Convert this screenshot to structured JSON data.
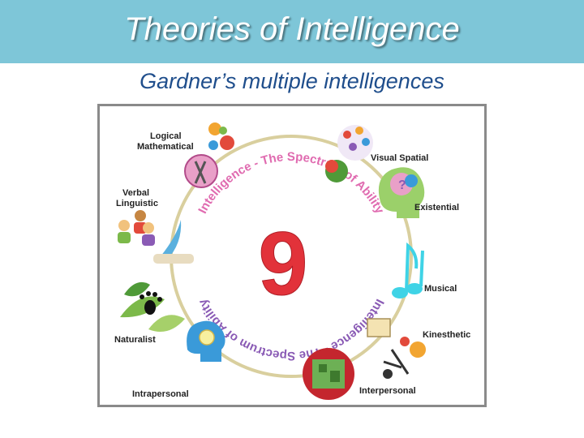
{
  "slide": {
    "title": "Theories of Intelligence",
    "subtitle": "Gardner’s multiple intelligences"
  },
  "diagram": {
    "center_number": "9",
    "arc_text": "Intelligence - The Spectrum of Ability",
    "intelligences": {
      "logical_line1": "Logical",
      "logical_line2": "Mathematical",
      "verbal_line1": "Verbal",
      "verbal_line2": "Linguistic",
      "naturalist": "Naturalist",
      "intrapersonal": "Intrapersonal",
      "interpersonal": "Interpersonal",
      "kinesthetic": "Kinesthetic",
      "musical": "Musical",
      "existential": "Existential",
      "visual_spatial": "Visual Spatial"
    },
    "colors": {
      "title_bar": "#7ec6d8",
      "ring": "#d9cf9e",
      "nine": "#e2323a",
      "arc_text_colors": [
        "#e06bb0",
        "#7cb94a",
        "#f2a531",
        "#8a5bb5",
        "#3a9ad9"
      ]
    }
  }
}
